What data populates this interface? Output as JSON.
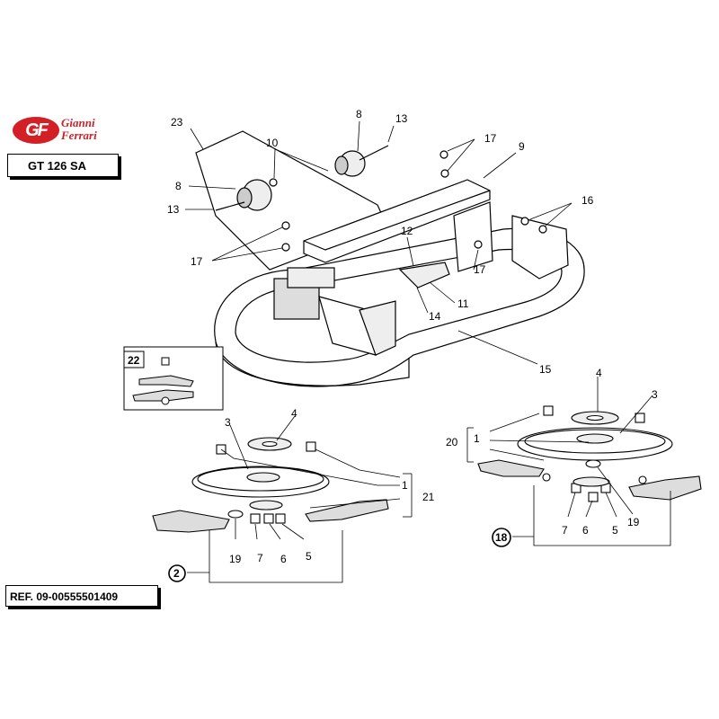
{
  "brand": {
    "mark": "GF",
    "line1": "Gianni",
    "line2": "Ferrari",
    "color": "#d32027"
  },
  "model": "GT 126 SA",
  "reference": "REF. 09-00555501409",
  "labels": {
    "n23": "23",
    "n8a": "8",
    "n13a": "13",
    "n10": "10",
    "n17a": "17",
    "n9": "9",
    "n8b": "8",
    "n13b": "13",
    "n16": "16",
    "n12": "12",
    "n17b": "17",
    "n17c": "17",
    "n11": "11",
    "n14": "14",
    "n15": "15",
    "n22": "22",
    "n4a": "4",
    "n3a": "3",
    "n1a": "1",
    "n21": "21",
    "n19a": "19",
    "n7a": "7",
    "n6a": "6",
    "n5a": "5",
    "n2": "2",
    "n4b": "4",
    "n3b": "3",
    "n20": "20",
    "n1b": "1",
    "n7b": "7",
    "n6b": "6",
    "n5b": "5",
    "n19b": "19",
    "n18": "18"
  }
}
